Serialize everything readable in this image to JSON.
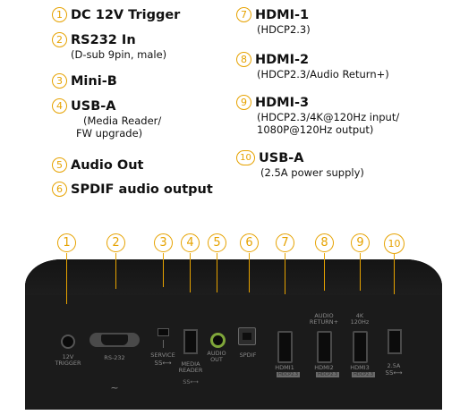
{
  "legend": [
    {
      "n": "1",
      "title": "DC 12V Trigger",
      "sub": []
    },
    {
      "n": "2",
      "title": "RS232 In",
      "sub": [
        "(D-sub 9pin, male)"
      ]
    },
    {
      "n": "3",
      "title": "Mini-B",
      "sub": []
    },
    {
      "n": "4",
      "title": "USB-A",
      "sub": [
        "(Media Reader/",
        "FW upgrade)"
      ]
    },
    {
      "n": "5",
      "title": "Audio Out",
      "sub": []
    },
    {
      "n": "6",
      "title": "SPDIF audio output",
      "sub": []
    },
    {
      "n": "7",
      "title": "HDMI-1",
      "sub": [
        "(HDCP2.3)"
      ]
    },
    {
      "n": "8",
      "title": "HDMI-2",
      "sub": [
        "(HDCP2.3/Audio Return+)"
      ]
    },
    {
      "n": "9",
      "title": "HDMI-3",
      "sub": [
        "(HDCP2.3/4K@120Hz input/",
        "1080P@120Hz output)"
      ]
    },
    {
      "n": "10",
      "title": "USB-A",
      "sub": [
        "(2.5A power supply)"
      ]
    }
  ],
  "panel_labels": {
    "trigger": "12V\nTRIGGER",
    "rs232": "RS-232",
    "service": "SERVICE",
    "media_reader": "MEDIA\nREADER",
    "audio_out": "AUDIO\nOUT",
    "spdif": "SPDIF",
    "audio_return": "AUDIO\nRETURN+",
    "k4": "4K\n120Hz",
    "hdmi1": "HDMI1",
    "hdmi2": "HDMI2",
    "hdmi3": "HDMI3",
    "hdcp": "HDCP2.3",
    "usb_power": "2.5A",
    "tilde": "~",
    "ss_logo": "SS⟷"
  },
  "colors": {
    "accent": "#e6a200",
    "panel": "#1b1b1b",
    "panel_text": "#8a8a8a"
  }
}
